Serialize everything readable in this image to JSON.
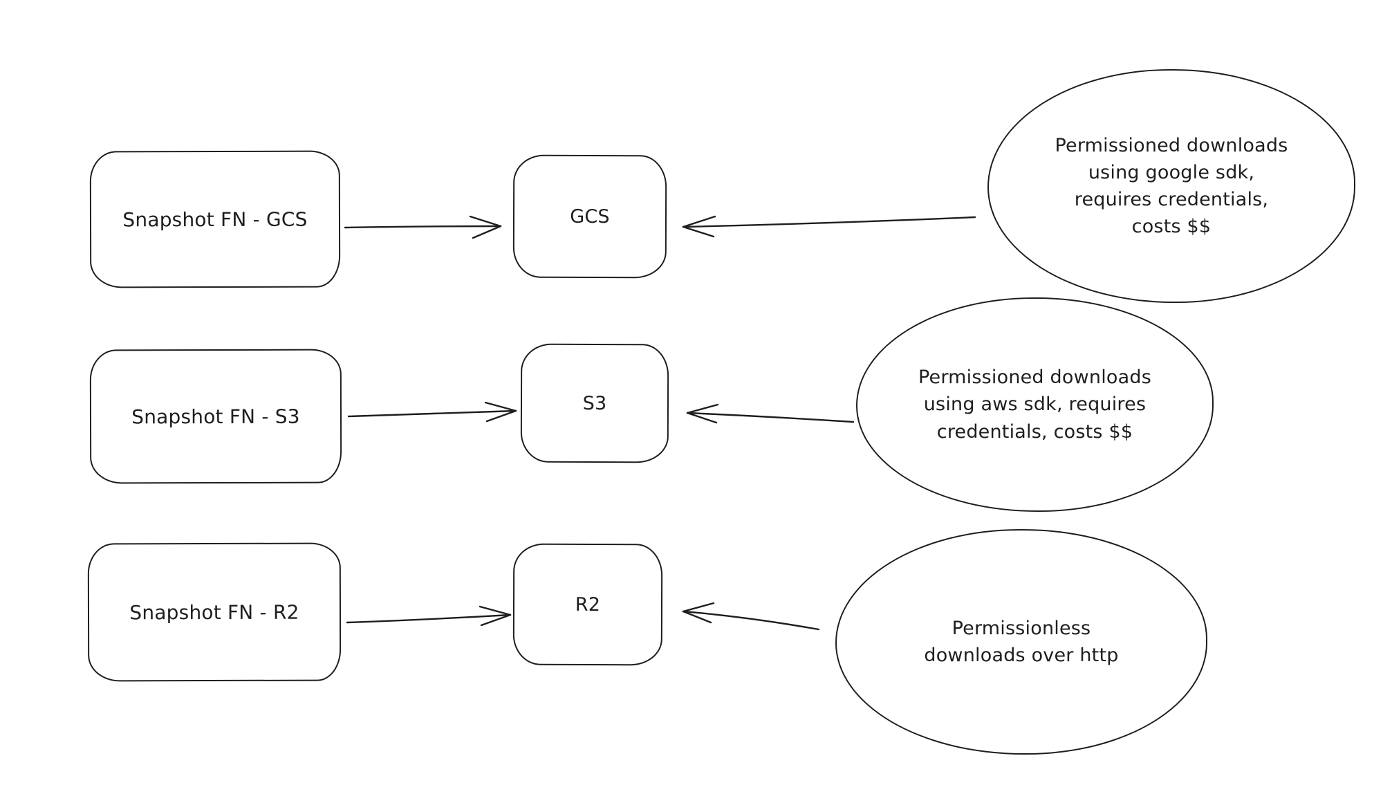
{
  "diagram": {
    "style": "hand-drawn flowchart",
    "colors": {
      "background": "#ffffff",
      "stroke": "#1e1e1e"
    },
    "rows": [
      {
        "source_label": "Snapshot FN - GCS",
        "target_label": "GCS",
        "note_label": "Permissioned downloads\nusing google sdk,\nrequires credentials,\ncosts $$"
      },
      {
        "source_label": "Snapshot FN - S3",
        "target_label": "S3",
        "note_label": "Permissioned downloads\nusing aws sdk, requires\ncredentials, costs $$"
      },
      {
        "source_label": "Snapshot FN - R2",
        "target_label": "R2",
        "note_label": "Permissionless\ndownloads over http"
      }
    ]
  }
}
